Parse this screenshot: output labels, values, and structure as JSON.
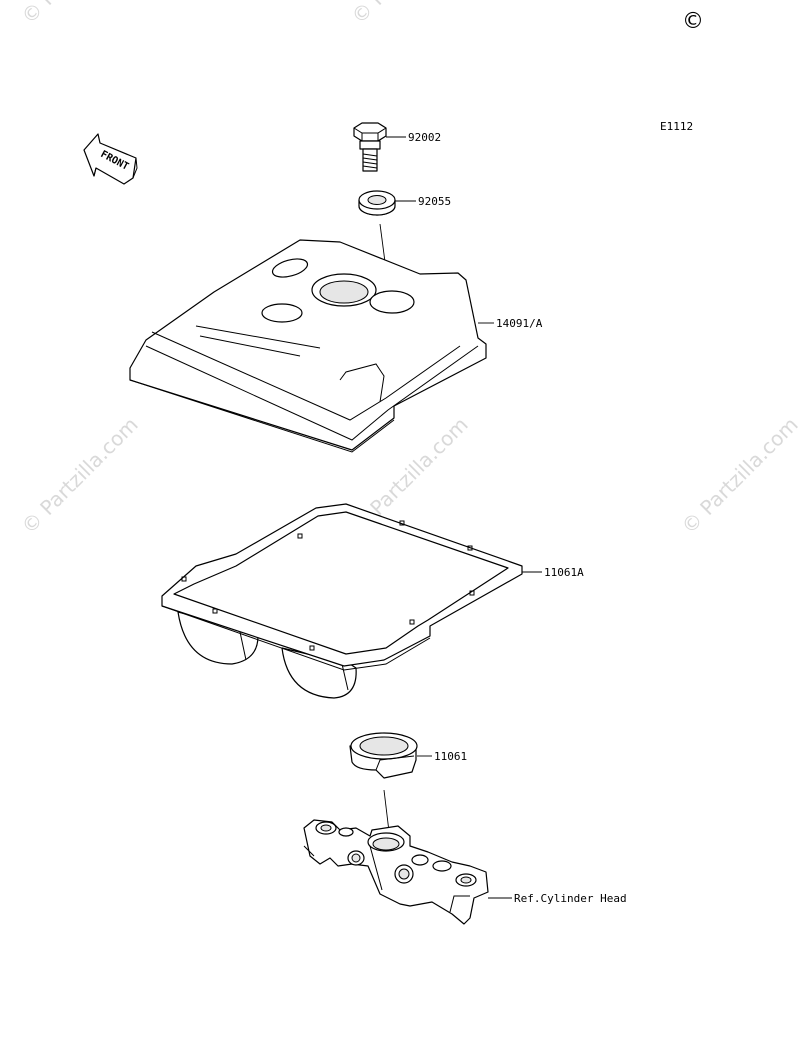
{
  "diagram_code": "E1112",
  "front_label": "FRONT",
  "watermark": "© Partzilla.com",
  "copyright_symbol": "©",
  "parts": [
    {
      "number": "92002"
    },
    {
      "number": "92055"
    },
    {
      "number": "14091/A"
    },
    {
      "number": "11061A"
    },
    {
      "number": "11061"
    },
    {
      "number": "Ref.Cylinder Head"
    }
  ]
}
